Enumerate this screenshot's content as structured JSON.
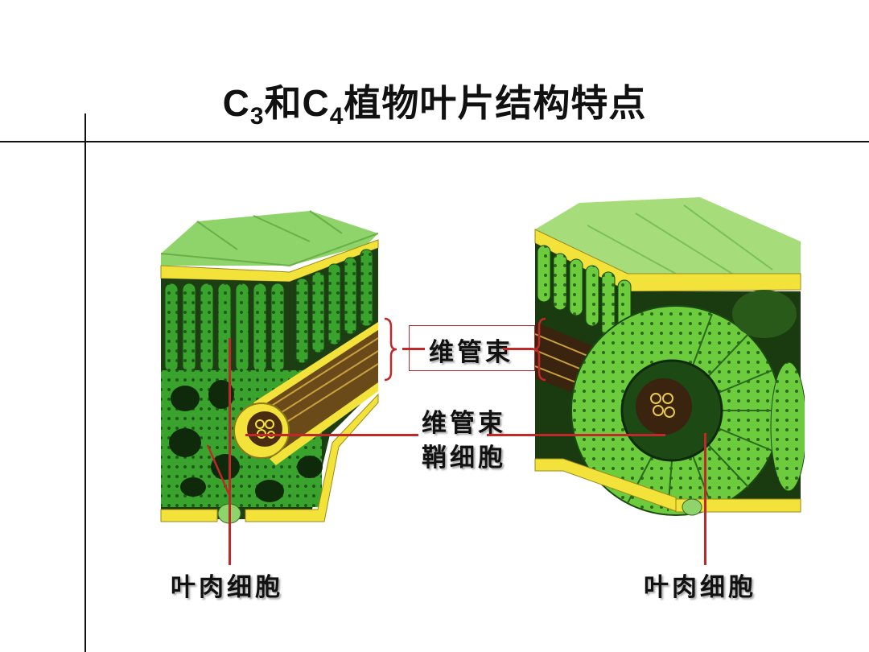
{
  "slide": {
    "title_parts": [
      "C",
      "3",
      "和C",
      "4",
      "植物叶片结构特点"
    ],
    "title_full": "C3和C4植物叶片结构特点"
  },
  "figures": [
    {
      "id": "c3-leaf",
      "description": "C3 plant leaf cross-section block (palisade and spongy mesophyll, vascular bundle)"
    },
    {
      "id": "c4-leaf",
      "description": "C4 plant leaf cross-section block (Kranz anatomy, bundle sheath ring)"
    }
  ],
  "labels": {
    "vascular_bundle": "维管束",
    "bundle_sheath_line1": "维管束",
    "bundle_sheath_line2": "鞘细胞",
    "mesophyll_left": "叶肉细胞",
    "mesophyll_right": "叶肉细胞"
  },
  "colors": {
    "callout_red": "#c0282a",
    "leaf_green": "#3a9a2a",
    "epidermis_yellow": "#f2e23a",
    "text": "#111111"
  }
}
